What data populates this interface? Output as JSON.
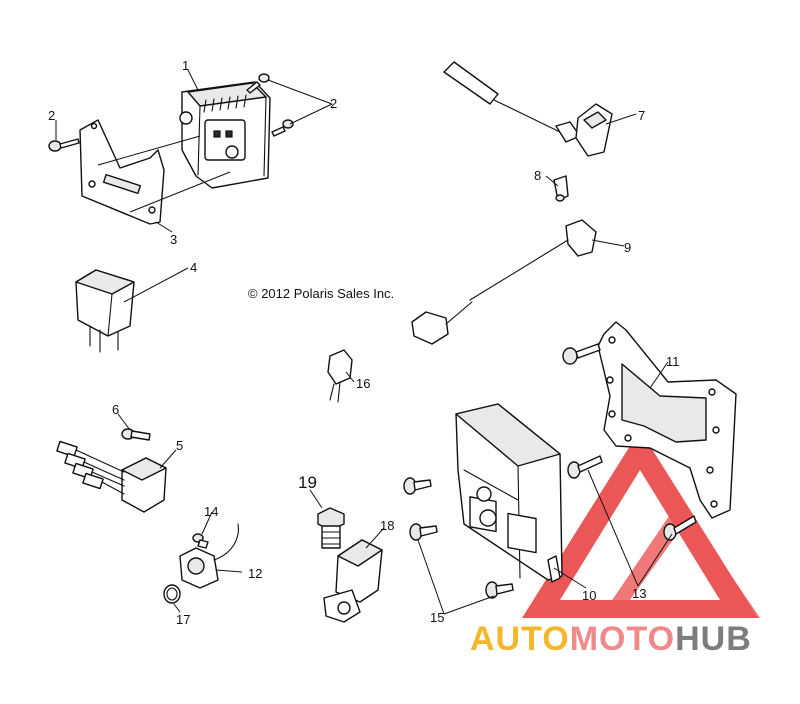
{
  "copyright": "© 2012 Polaris Sales Inc.",
  "watermark": {
    "part1": "AUTO",
    "part2": "MOTO",
    "part3": "HUB",
    "color_auto": "#f5b72a",
    "color_moto": "#f08a8a",
    "color_hub": "#7d7d7d",
    "logo_color": "#e83a3a"
  },
  "callouts": [
    {
      "id": "c1",
      "label": "1"
    },
    {
      "id": "c2a",
      "label": "2"
    },
    {
      "id": "c2b",
      "label": "2"
    },
    {
      "id": "c3",
      "label": "3"
    },
    {
      "id": "c4",
      "label": "4"
    },
    {
      "id": "c5",
      "label": "5"
    },
    {
      "id": "c6",
      "label": "6"
    },
    {
      "id": "c7",
      "label": "7"
    },
    {
      "id": "c8",
      "label": "8"
    },
    {
      "id": "c9",
      "label": "9"
    },
    {
      "id": "c10",
      "label": "10"
    },
    {
      "id": "c11",
      "label": "11"
    },
    {
      "id": "c12",
      "label": "12"
    },
    {
      "id": "c13",
      "label": "13"
    },
    {
      "id": "c14",
      "label": "14"
    },
    {
      "id": "c15",
      "label": "15"
    },
    {
      "id": "c16",
      "label": "16"
    },
    {
      "id": "c17",
      "label": "17"
    },
    {
      "id": "c18",
      "label": "18"
    },
    {
      "id": "c19",
      "label": "19"
    }
  ]
}
